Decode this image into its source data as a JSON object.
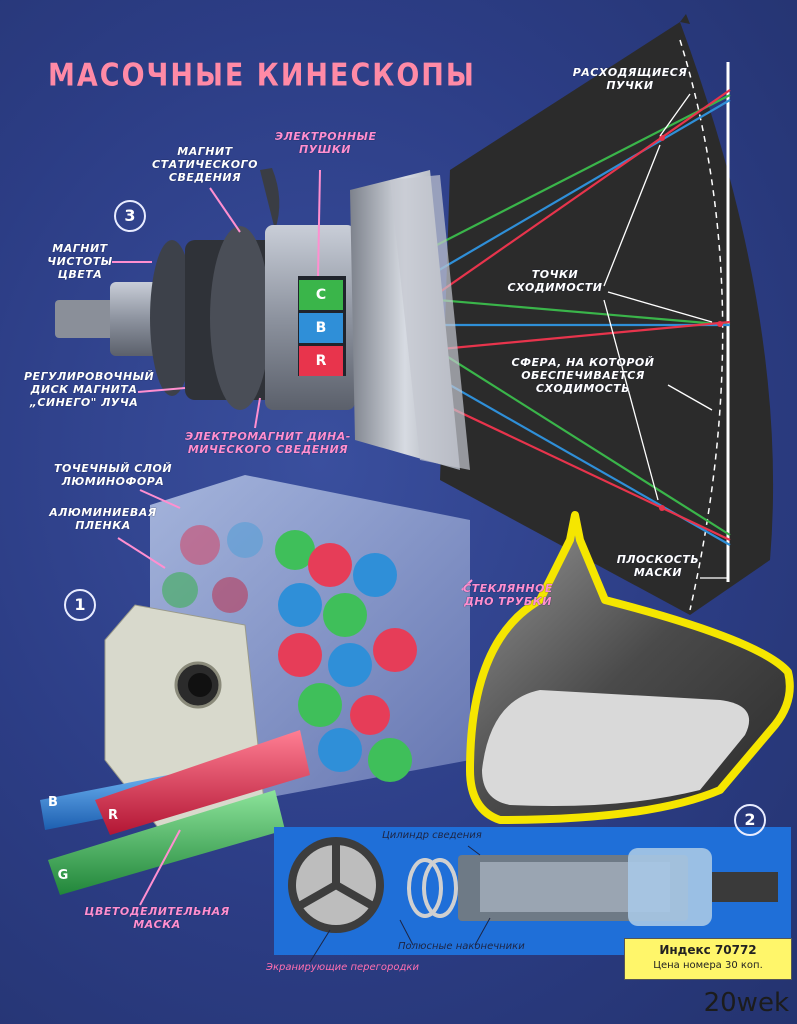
{
  "title": "МАСОЧНЫЕ КИНЕСКОПЫ",
  "numbers": [
    "3",
    "1",
    "2"
  ],
  "labels": {
    "static_magnet": [
      "МАГНИТ",
      "СТАТИЧЕСКОГО",
      "СВЕДЕНИЯ"
    ],
    "electron_guns": [
      "ЭЛЕКТРОННЫЕ",
      "ПУШКИ"
    ],
    "diverging_beams": [
      "РАСХОДЯЩИЕСЯ",
      "ПУЧКИ"
    ],
    "purity_magnet": [
      "МАГНИТ",
      "ЧИСТОТЫ",
      "ЦВЕТА"
    ],
    "convergence_points": [
      "ТОЧКИ",
      "СХОДИМОСТИ"
    ],
    "sphere": [
      "СФЕРА, НА КОТОРОЙ",
      "ОБЕСПЕЧИВАЕТСЯ",
      "СХОДИМОСТЬ"
    ],
    "blue_disk": [
      "РЕГУЛИРОВОЧНЫЙ",
      "ДИСК МАГНИТА",
      "„СИНЕГО\" ЛУЧА"
    ],
    "dyn_magnet": [
      "ЭЛЕКТРОМАГНИТ ДИНА-",
      "МИЧЕСКОГО СВЕДЕНИЯ"
    ],
    "phosphor": [
      "ТОЧЕЧНЫЙ СЛОЙ",
      "ЛЮМИНОФОРА"
    ],
    "aluminum": [
      "АЛЮМИНИЕВАЯ",
      "ПЛЕНКА"
    ],
    "glass_bottom": [
      "СТЕКЛЯННОЕ",
      "ДНО ТРУБКИ"
    ],
    "mask_plane": [
      "ПЛОСКОСТЬ",
      "МАСКИ"
    ],
    "shadow_mask": [
      "ЦВЕТОДЕЛИТЕЛЬНАЯ",
      "МАСКА"
    ]
  },
  "guns": [
    "C",
    "B",
    "R"
  ],
  "beam_letters": [
    "B",
    "R",
    "G"
  ],
  "inset": {
    "cylinder": "Цилиндр сведения",
    "pole_tips": "Полюсные наконечники",
    "shields": "Экранирующие перегородки"
  },
  "index": {
    "line1": "Индекс 70772",
    "line2": "Цена номера 30 коп."
  },
  "watermark": "20wek",
  "colors": {
    "background": "#2d3f86",
    "red": "#e8344c",
    "green": "#3ab54a",
    "blue": "#2f8fd8",
    "title": "#ff8aa6",
    "yellow": "#f5e600"
  }
}
